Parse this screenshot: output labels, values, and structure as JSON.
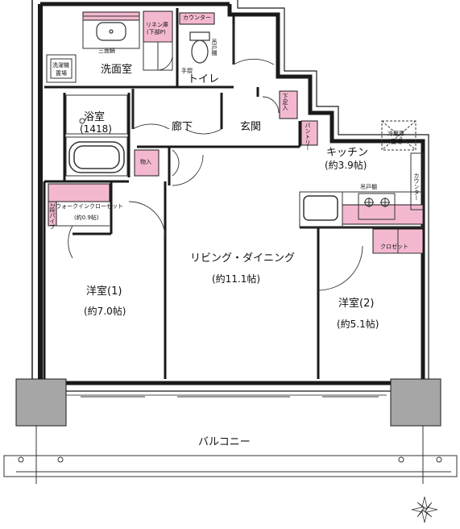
{
  "colors": {
    "wall": "#1a1a1a",
    "storage": "#f3b8d0",
    "column": "#a6a6a6",
    "line": "#333333"
  },
  "rooms": {
    "washroom": "洗面室",
    "toilet": "トイレ",
    "bath": "浴室",
    "bath_size": "(1418)",
    "hallway": "廊下",
    "entrance": "玄関",
    "kitchen": "キッチン",
    "kitchen_area": "(約3.9帖)",
    "living": "リビング・ダイニング",
    "living_area": "(約11.1帖)",
    "western1": "洋室(1)",
    "western1_area": "(約7.0帖)",
    "western2": "洋室(2)",
    "western2_area": "(約5.1帖)",
    "balcony": "バルコニー"
  },
  "fixtures": {
    "washer_line1": "洗濯機",
    "washer_line2": "置場",
    "mirror": "三面鏡",
    "counter_toilet": "カウンター",
    "linen_line1": "リネン庫",
    "linen_line2": "(下部P)",
    "hanging_shelf_toilet": "吊戸棚",
    "handrail": "手摺",
    "shoe_box": "下足入",
    "pantry": "パントリー",
    "fridge_line1": "冷蔵庫",
    "fridge_line2": "置場",
    "hanging_shelf_kitchen": "吊戸棚",
    "counter_kitchen": "カウンター",
    "storage": "物入",
    "walk_in_closet": "ウォークインクローゼット",
    "walk_in_area": "(約0.9帖)",
    "two_shelf_pipe": "2段パイプ",
    "closet": "クロゼット"
  },
  "icons": [
    "stove-icon",
    "compass-icon",
    "door-swing-icon",
    "sink-icon",
    "toilet-icon",
    "bathtub-icon",
    "drain-icon"
  ]
}
